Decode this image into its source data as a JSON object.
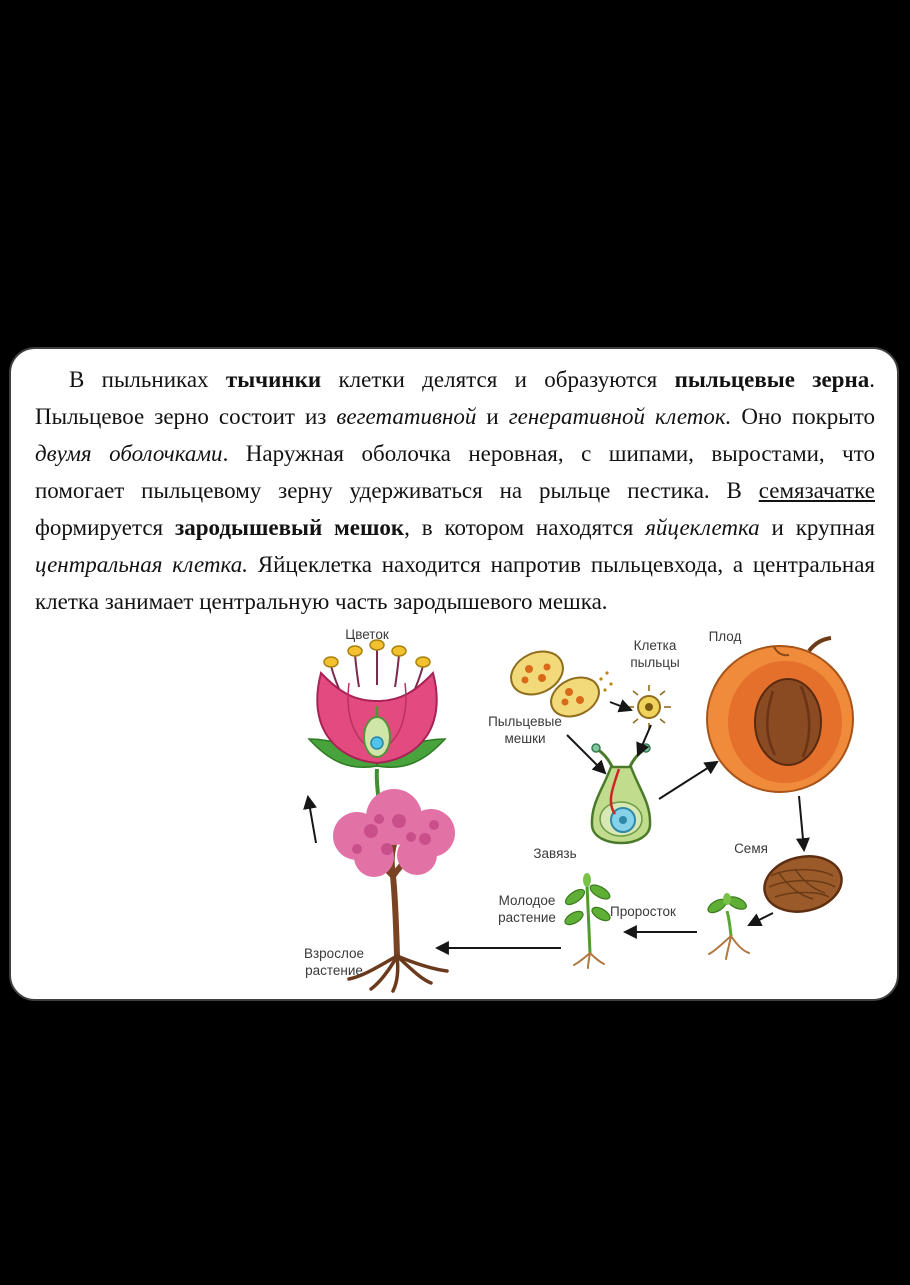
{
  "page": {
    "background_color": "#000000",
    "card_background": "#ffffff",
    "card_border_color": "#3f3f3f"
  },
  "palette": {
    "flower_pink": "#e34a80",
    "blossom_pink": "#e272a6",
    "leaf_green": "#49a33c",
    "ovary_green": "#c2dc8e",
    "pollen_yellow": "#f2da7a",
    "fruit_orange": "#ef8b3a",
    "seed_brown": "#9a5a2a",
    "text_color": "#121212"
  },
  "paragraph": {
    "runs": [
      {
        "style": "normal",
        "text": "В пыльниках "
      },
      {
        "style": "bold",
        "text": "тычинки"
      },
      {
        "style": "normal",
        "text": " клетки делятся и образуются "
      },
      {
        "style": "bold",
        "text": "пыльцевые зерна"
      },
      {
        "style": "normal",
        "text": ". Пыльцевое зерно состоит из "
      },
      {
        "style": "italic",
        "text": "вегетативной"
      },
      {
        "style": "normal",
        "text": " и "
      },
      {
        "style": "italic",
        "text": "генеративной клеток."
      },
      {
        "style": "normal",
        "text": " Оно покрыто "
      },
      {
        "style": "italic",
        "text": "двумя оболочками"
      },
      {
        "style": "normal",
        "text": ". Наружная оболочка неровная, с шипами, выростами, что помогает пыльцевому зерну удерживаться на рыльце пестика. В "
      },
      {
        "style": "underline",
        "text": "семязачатке"
      },
      {
        "style": "normal",
        "text": " формируется "
      },
      {
        "style": "bold",
        "text": "зародышевый мешок"
      },
      {
        "style": "normal",
        "text": ", в котором находятся "
      },
      {
        "style": "italic",
        "text": "яйцеклетка"
      },
      {
        "style": "normal",
        "text": " и крупная "
      },
      {
        "style": "italic",
        "text": "центральная клетка."
      },
      {
        "style": "normal",
        "text": " Яйцеклетка находится напротив пыльцевхода, а центральная клетка занимает центральную часть зародышевого мешка."
      }
    ]
  },
  "diagram": {
    "labels": {
      "flower": "Цветок",
      "pollen_cell_line1": "Клетка",
      "pollen_cell_line2": "пыльцы",
      "fruit": "Плод",
      "pollen_sacs_line1": "Пыльцевые",
      "pollen_sacs_line2": "мешки",
      "ovary": "Завязь",
      "seed": "Семя",
      "young_plant_line1": "Молодое",
      "young_plant_line2": "растение",
      "seedling": "Проросток",
      "adult_plant_line1": "Взрослое",
      "adult_plant_line2": "растение"
    }
  }
}
